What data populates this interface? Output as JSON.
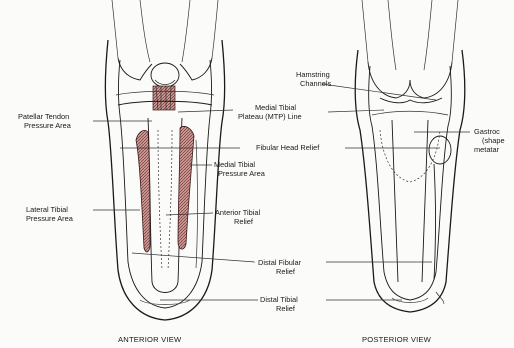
{
  "figure": {
    "views": {
      "anterior": "ANTERIOR VIEW",
      "posterior": "POSTERIOR VIEW"
    },
    "labels": {
      "patellar_tendon": [
        "Patellar Tendon",
        "Pressure Area"
      ],
      "medial_tibial_plateau": [
        "Medial Tibial",
        "Plateau (MTP) Line"
      ],
      "hamstring_channels": [
        "Hamstring",
        "Channels"
      ],
      "gastroc": [
        "Gastroc",
        "(shape",
        "metatar"
      ],
      "fibular_head": [
        "Fibular Head Relief"
      ],
      "medial_tibial_pressure": [
        "Medial Tibial",
        "Pressure Area"
      ],
      "lateral_tibial": [
        "Lateral Tibial",
        "Pressure Area"
      ],
      "anterior_tibial": [
        "Anterior Tibial",
        "Relief"
      ],
      "distal_fibular": [
        "Distal Fibular",
        "Relief"
      ],
      "distal_tibial": [
        "Distal Tibial",
        "Relief"
      ]
    },
    "colors": {
      "line": "#1a1a1a",
      "pressure_area": "#c98b86"
    }
  }
}
